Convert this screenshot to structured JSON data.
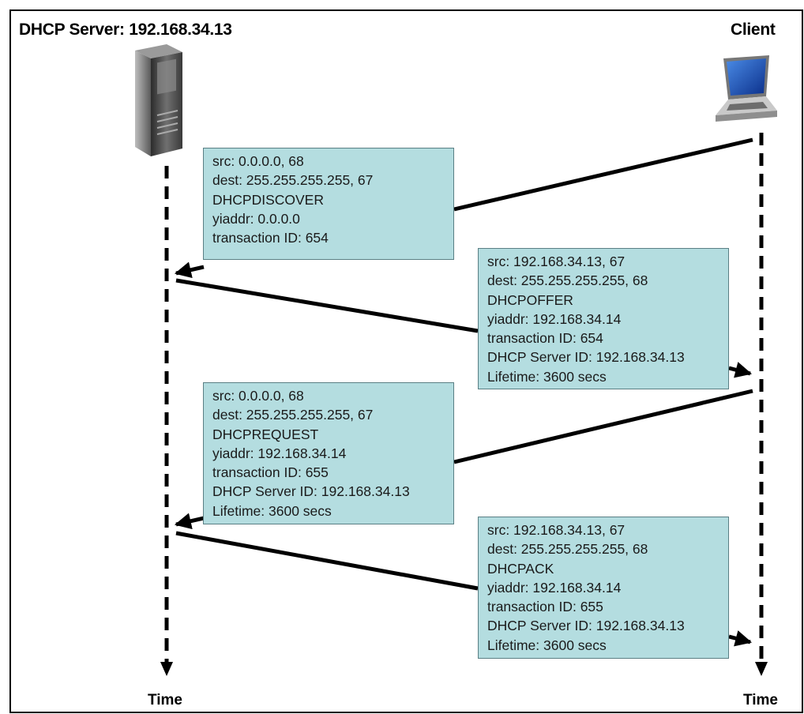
{
  "header": {
    "server_title": "DHCP Server: 192.168.34.13",
    "client_title": "Client"
  },
  "timeline": {
    "left_label": "Time",
    "right_label": "Time"
  },
  "icons": {
    "server": "server-tower-icon",
    "client": "laptop-icon"
  },
  "colors": {
    "box_fill": "#b4dde0",
    "box_border": "#5a7f84",
    "line": "#000000"
  },
  "messages": {
    "discover": {
      "src": "src: 0.0.0.0, 68",
      "dest": "dest: 255.255.255.255, 67",
      "type": "DHCPDISCOVER",
      "yiaddr": "yiaddr: 0.0.0.0",
      "transaction": "transaction ID: 654"
    },
    "offer": {
      "src": "src: 192.168.34.13, 67",
      "dest": "dest: 255.255.255.255, 68",
      "type": "DHCPOFFER",
      "yiaddr": "yiaddr: 192.168.34.14",
      "transaction": "transaction ID: 654",
      "server_id": "DHCP Server ID: 192.168.34.13",
      "lifetime": "Lifetime: 3600 secs"
    },
    "request": {
      "src": "src: 0.0.0.0, 68",
      "dest": "dest: 255.255.255.255, 67",
      "type": "DHCPREQUEST",
      "yiaddr": "yiaddr: 192.168.34.14",
      "transaction": "transaction ID: 655",
      "server_id": "DHCP Server ID: 192.168.34.13",
      "lifetime": "Lifetime: 3600 secs"
    },
    "ack": {
      "src": "src: 192.168.34.13, 67",
      "dest": "dest: 255.255.255.255, 68",
      "type": "DHCPACK",
      "yiaddr": "yiaddr: 192.168.34.14",
      "transaction": "transaction ID: 655",
      "server_id": "DHCP Server ID: 192.168.34.13",
      "lifetime": "Lifetime: 3600 secs"
    }
  }
}
